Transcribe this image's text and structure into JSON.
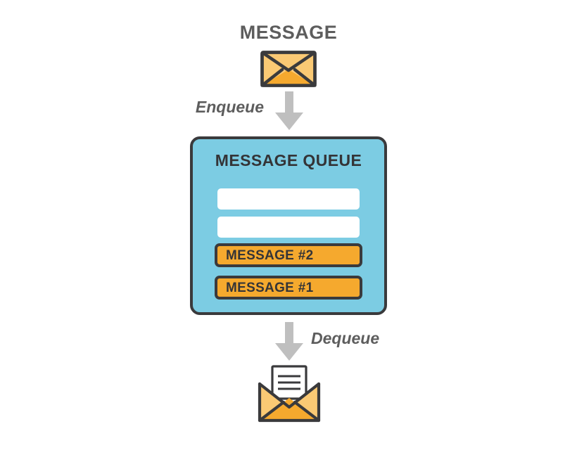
{
  "diagram": {
    "title": "MESSAGE",
    "background_color": "#ffffff"
  },
  "top_message": {
    "label": "MESSAGE",
    "icon": "closed-envelope-icon",
    "envelope_fill": "#fac974",
    "envelope_fill_dark": "#f5a92e",
    "envelope_stroke": "#3a3a3c"
  },
  "enqueue": {
    "label": "Enqueue",
    "arrow_icon": "down-arrow-icon",
    "arrow_color": "#bfbfbf",
    "text_color": "#5d5d5d"
  },
  "queue": {
    "title": "MESSAGE QUEUE",
    "fill_color": "#7ccce3",
    "border_color": "#3a3a3c",
    "empty_slots": [
      {
        "name": "empty-slot-1"
      },
      {
        "name": "empty-slot-2"
      }
    ],
    "messages": [
      {
        "label": "MESSAGE #2"
      },
      {
        "label": "MESSAGE #1"
      }
    ],
    "message_fill": "#f5a92e",
    "message_text_color": "#343437",
    "slot_fill": "#ffffff"
  },
  "dequeue": {
    "label": "Dequeue",
    "arrow_icon": "down-arrow-icon",
    "arrow_color": "#bfbfbf",
    "text_color": "#5d5d5d"
  },
  "bottom_message": {
    "icon": "open-envelope-with-letter-icon",
    "letter_fill": "#ffffff",
    "letter_lines": 3,
    "envelope_fill": "#fac974",
    "envelope_fill_dark": "#f5a92e",
    "envelope_stroke": "#3a3a3c"
  }
}
